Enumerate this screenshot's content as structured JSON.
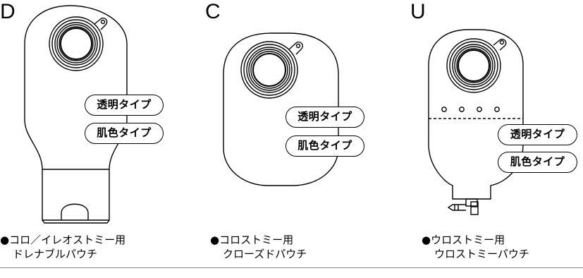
{
  "types": [
    {
      "key": "D",
      "letter": "D",
      "pill_clear": "透明タイプ",
      "pill_skin": "肌色タイプ",
      "caption_line1": "●コロ／イレオストミー用",
      "caption_line2": "ドレナブルパウチ"
    },
    {
      "key": "C",
      "letter": "C",
      "pill_clear": "透明タイプ",
      "pill_skin": "肌色タイプ",
      "caption_line1": "●コロストミー用",
      "caption_line2": "クローズドパウチ"
    },
    {
      "key": "U",
      "letter": "U",
      "pill_clear": "透明タイプ",
      "pill_skin": "肌色タイプ",
      "caption_line1": "●ウロストミー用",
      "caption_line2": "ウロストミーパウチ"
    }
  ]
}
